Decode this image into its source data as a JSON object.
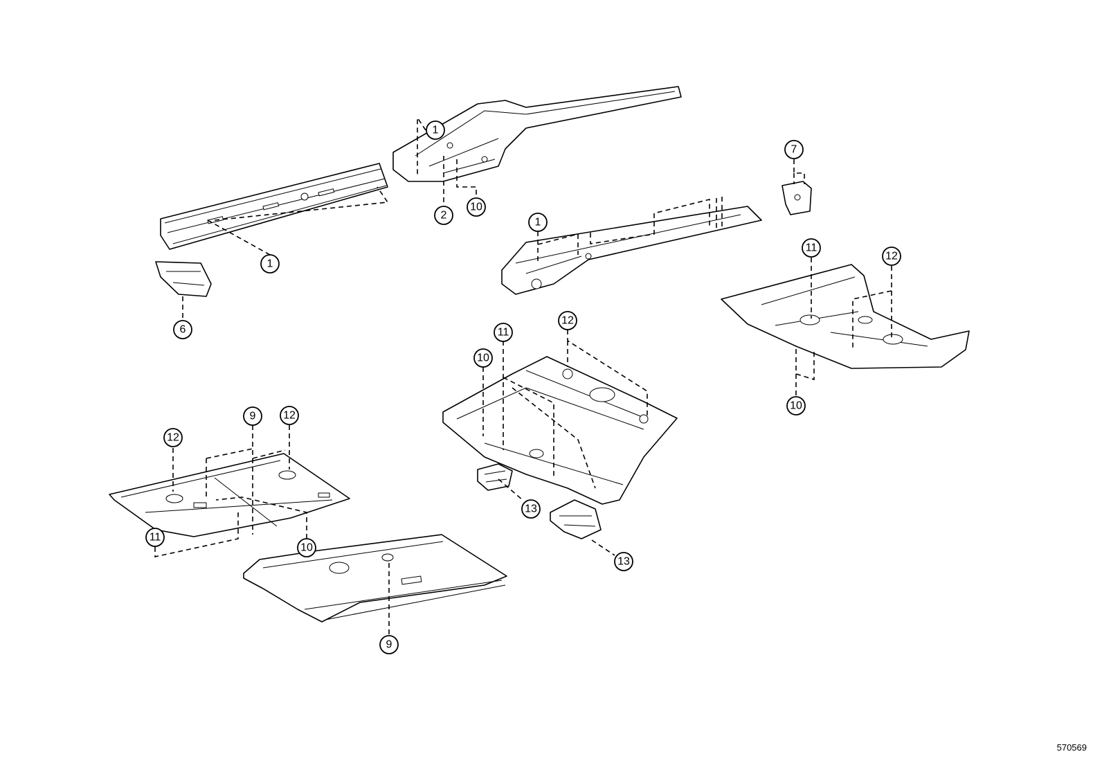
{
  "illustration_number": "570569",
  "callouts": [
    {
      "id": "c1a",
      "label": "1"
    },
    {
      "id": "c1b",
      "label": "1"
    },
    {
      "id": "c1c",
      "label": "1"
    },
    {
      "id": "c2",
      "label": "2"
    },
    {
      "id": "c10a",
      "label": "10"
    },
    {
      "id": "c7",
      "label": "7"
    },
    {
      "id": "c6",
      "label": "6"
    },
    {
      "id": "c11a",
      "label": "11"
    },
    {
      "id": "c12a",
      "label": "12"
    },
    {
      "id": "c10b",
      "label": "10"
    },
    {
      "id": "c11b",
      "label": "11"
    },
    {
      "id": "c12b",
      "label": "12"
    },
    {
      "id": "c10c",
      "label": "10"
    },
    {
      "id": "c9a",
      "label": "9"
    },
    {
      "id": "c12c",
      "label": "12"
    },
    {
      "id": "c12d",
      "label": "12"
    },
    {
      "id": "c11c",
      "label": "11"
    },
    {
      "id": "c10d",
      "label": "10"
    },
    {
      "id": "c9b",
      "label": "9"
    },
    {
      "id": "c13a",
      "label": "13"
    },
    {
      "id": "c13b",
      "label": "13"
    }
  ]
}
